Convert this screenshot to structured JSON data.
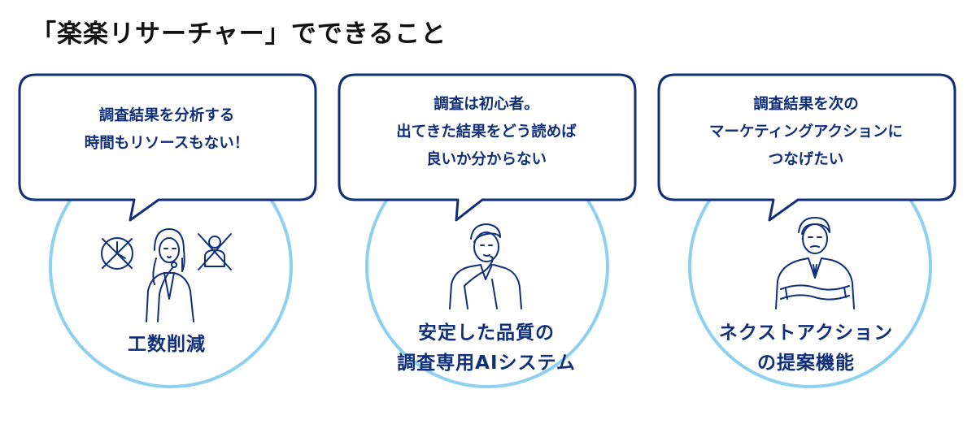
{
  "page": {
    "title": "「楽楽リサーチャー」でできること"
  },
  "cards": [
    {
      "bubble_lines": [
        "調査結果を分析する",
        "時間もリソースもない！"
      ],
      "caption_lines": [
        "工数削減"
      ],
      "figure_icon": "woman-thinking-with-crossed-clock-and-person-icons"
    },
    {
      "bubble_lines": [
        "調査は初心者。",
        "出てきた結果をどう読めば",
        "良いか分からない"
      ],
      "caption_lines": [
        "安定した品質の",
        "調査専用AIシステム"
      ],
      "figure_icon": "man-thinking-hand-on-chin-icon"
    },
    {
      "bubble_lines": [
        "調査結果を次の",
        "マーケティングアクションに",
        "つなげたい"
      ],
      "caption_lines": [
        "ネクストアクション",
        "の提案機能"
      ],
      "figure_icon": "man-arms-crossed-icon"
    }
  ],
  "colors": {
    "navy": "#0f2f7a",
    "circle": "#8dd0f0",
    "title": "#111111"
  }
}
